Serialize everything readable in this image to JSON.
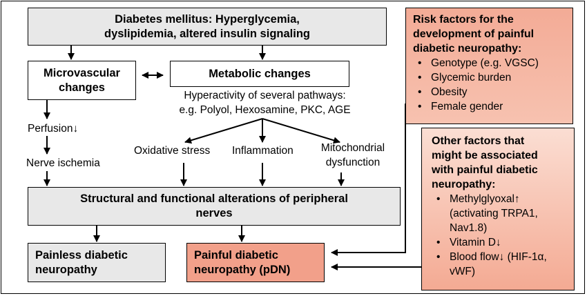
{
  "top_box": {
    "line1": "Diabetes mellitus: Hyperglycemia,",
    "line2": "dyslipidemia, altered insulin signaling"
  },
  "micro_box": {
    "line1": "Microvascular",
    "line2": "changes"
  },
  "metabolic_box": {
    "label": "Metabolic changes"
  },
  "hyperactivity": {
    "line1": "Hyperactivity of several pathways:",
    "line2": "e.g. Polyol, Hexosamine, PKC, AGE"
  },
  "left_chain": {
    "perfusion": "Perfusion↓",
    "ischemia": "Nerve ischemia"
  },
  "pathways": {
    "oxidative": "Oxidative stress",
    "inflammation": "Inflammation",
    "mito_line1": "Mitochondrial",
    "mito_line2": "dysfunction"
  },
  "structural_box": {
    "line1": "Structural and functional alterations of peripheral",
    "line2": "nerves"
  },
  "painless_box": {
    "line1": "Painless diabetic",
    "line2": "neuropathy"
  },
  "painful_box": {
    "line1": "Painful diabetic",
    "line2": "neuropathy (pDN)"
  },
  "risk_box": {
    "title1": "Risk factors for the",
    "title2": "development of painful",
    "title3": "diabetic neuropathy:",
    "items": [
      "Genotype (e.g. VGSC)",
      "Glycemic burden",
      "Obesity",
      "Female gender"
    ]
  },
  "other_box": {
    "title1": "Other factors that",
    "title2": "might be associated",
    "title3": "with painful diabetic",
    "title4": "neuropathy:",
    "item1_line1": "Methylglyoxal↑",
    "item1_line2": "(activating TRPA1,",
    "item1_line3": "Nav1.8)",
    "item2": "Vitamin D↓",
    "item3_line1": "Blood flow↓ (HIF-1α,",
    "item3_line2": "vWF)"
  },
  "colors": {
    "grey_box": "#e8e8e8",
    "salmon_box": "#f2a08a",
    "risk_gradient_top": "#f3ab96",
    "other_gradient_top": "#fbded3"
  }
}
